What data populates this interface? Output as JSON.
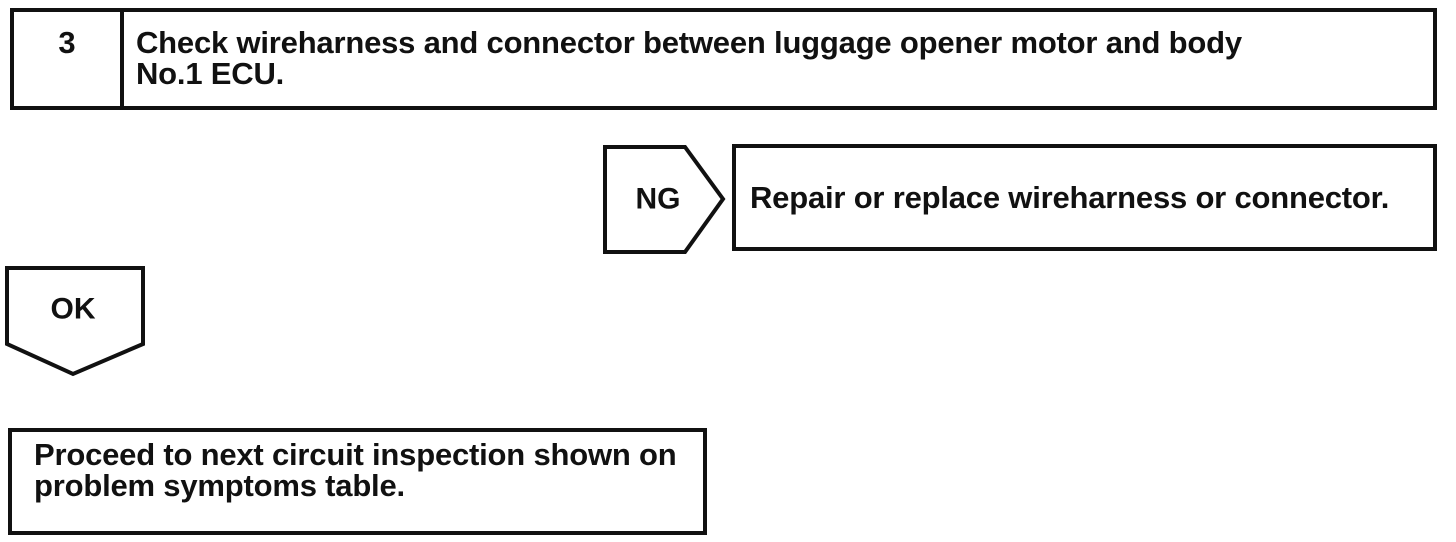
{
  "page": {
    "background": "#ffffff",
    "line_color": "#111111"
  },
  "step": {
    "number": "3",
    "description_line1": "Check wireharness and connector between luggage opener motor and body",
    "description_line2": "No.1 ECU."
  },
  "ng_branch": {
    "label": "NG",
    "action": "Repair or replace wireharness or connector."
  },
  "ok_branch": {
    "label": "OK",
    "action_line1": "Proceed to next circuit inspection shown on",
    "action_line2": "problem symptoms table."
  }
}
